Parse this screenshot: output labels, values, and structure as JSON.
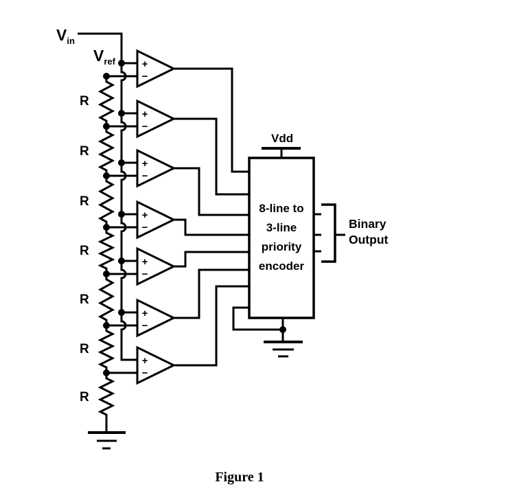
{
  "colors": {
    "ink": "#000000",
    "background": "#ffffff"
  },
  "labels": {
    "vin_main": "V",
    "vin_sub": "in",
    "vref_main": "V",
    "vref_sub": "ref",
    "resistor": "R",
    "vdd": "Vdd",
    "plus": "+",
    "minus": "−"
  },
  "encoder": {
    "lines": [
      "8-line to",
      "3-line",
      "priority",
      "encoder"
    ]
  },
  "output": {
    "label_line1": "Binary",
    "label_line2": "Output"
  },
  "figure": {
    "caption": "Figure 1"
  }
}
